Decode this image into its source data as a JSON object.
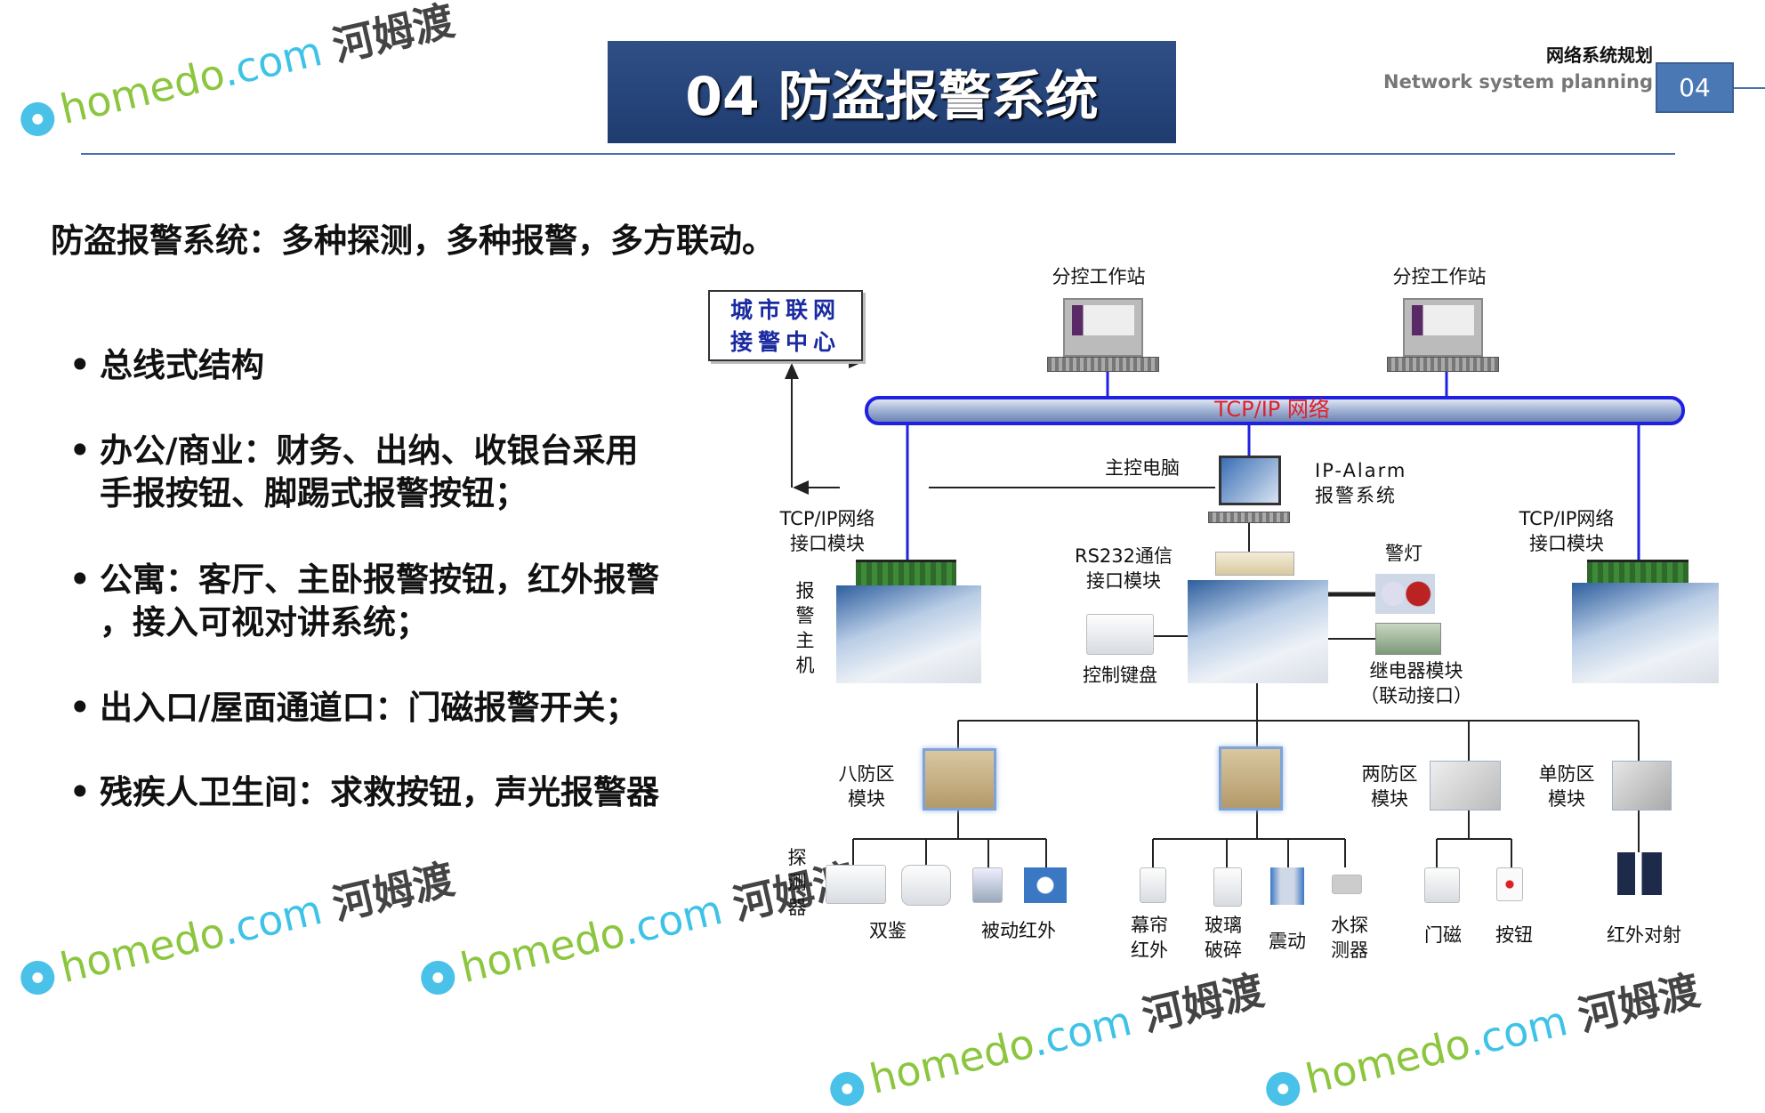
{
  "header": {
    "title": "04 防盗报警系统",
    "subtitle_cn": "网络系统规划",
    "subtitle_en": "Network system planning",
    "page_number": "04"
  },
  "heading": "防盗报警系统：多种探测，多种报警，多方联动。",
  "bullets": [
    {
      "dot": "•",
      "lines": [
        "总线式结构"
      ]
    },
    {
      "dot": "•",
      "lines": [
        "办公/商业：财务、出纳、收银台采用",
        "手报按钮、脚踢式报警按钮；"
      ]
    },
    {
      "dot": "•",
      "lines": [
        "公寓：客厅、主卧报警按钮，红外报警",
        "，接入可视对讲系统；"
      ]
    },
    {
      "dot": "•",
      "lines": [
        "出入口/屋面通道口：门磁报警开关；"
      ]
    },
    {
      "dot": "•",
      "lines": [
        "残疾人卫生间：求救按钮，声光报警器"
      ]
    }
  ],
  "diagram": {
    "city_center": [
      "城市联网",
      "接警中心"
    ],
    "workstation_1": "分控工作站",
    "workstation_2": "分控工作站",
    "network": "TCP/IP 网络",
    "main_pc": "主控电脑",
    "ip_alarm": [
      "IP-Alarm",
      "报警系统"
    ],
    "tcp_module_left": [
      "TCP/IP网络",
      "接口模块"
    ],
    "tcp_module_right": [
      "TCP/IP网络",
      "接口模块"
    ],
    "alarm_host": [
      "报",
      "警",
      "主",
      "机"
    ],
    "rs232": [
      "RS232通信",
      "接口模块"
    ],
    "keypad": "控制键盘",
    "warning_light": "警灯",
    "relay": [
      "继电器模块",
      "（联动接口）"
    ],
    "zone8": [
      "八防区",
      "模块"
    ],
    "zone2": [
      "两防区",
      "模块"
    ],
    "zone1": [
      "单防区",
      "模块"
    ],
    "detector": [
      "探",
      "测",
      "器"
    ],
    "detectors": {
      "dual": "双鉴",
      "pir": "被动红外",
      "curtain": [
        "幕帘",
        "红外"
      ],
      "glass": [
        "玻璃",
        "破碎"
      ],
      "vibration": "震动",
      "water": [
        "水探",
        "测器"
      ],
      "door": "门磁",
      "button": "按钮",
      "beam": "红外对射"
    }
  },
  "watermark": {
    "brand": "homedo",
    "domain": ".com",
    "cn": "河姆渡"
  },
  "colors": {
    "banner": "#1f3c70",
    "pipe": "#2020e0",
    "network_label": "#e0202a",
    "page_box": "#4a78b5"
  }
}
